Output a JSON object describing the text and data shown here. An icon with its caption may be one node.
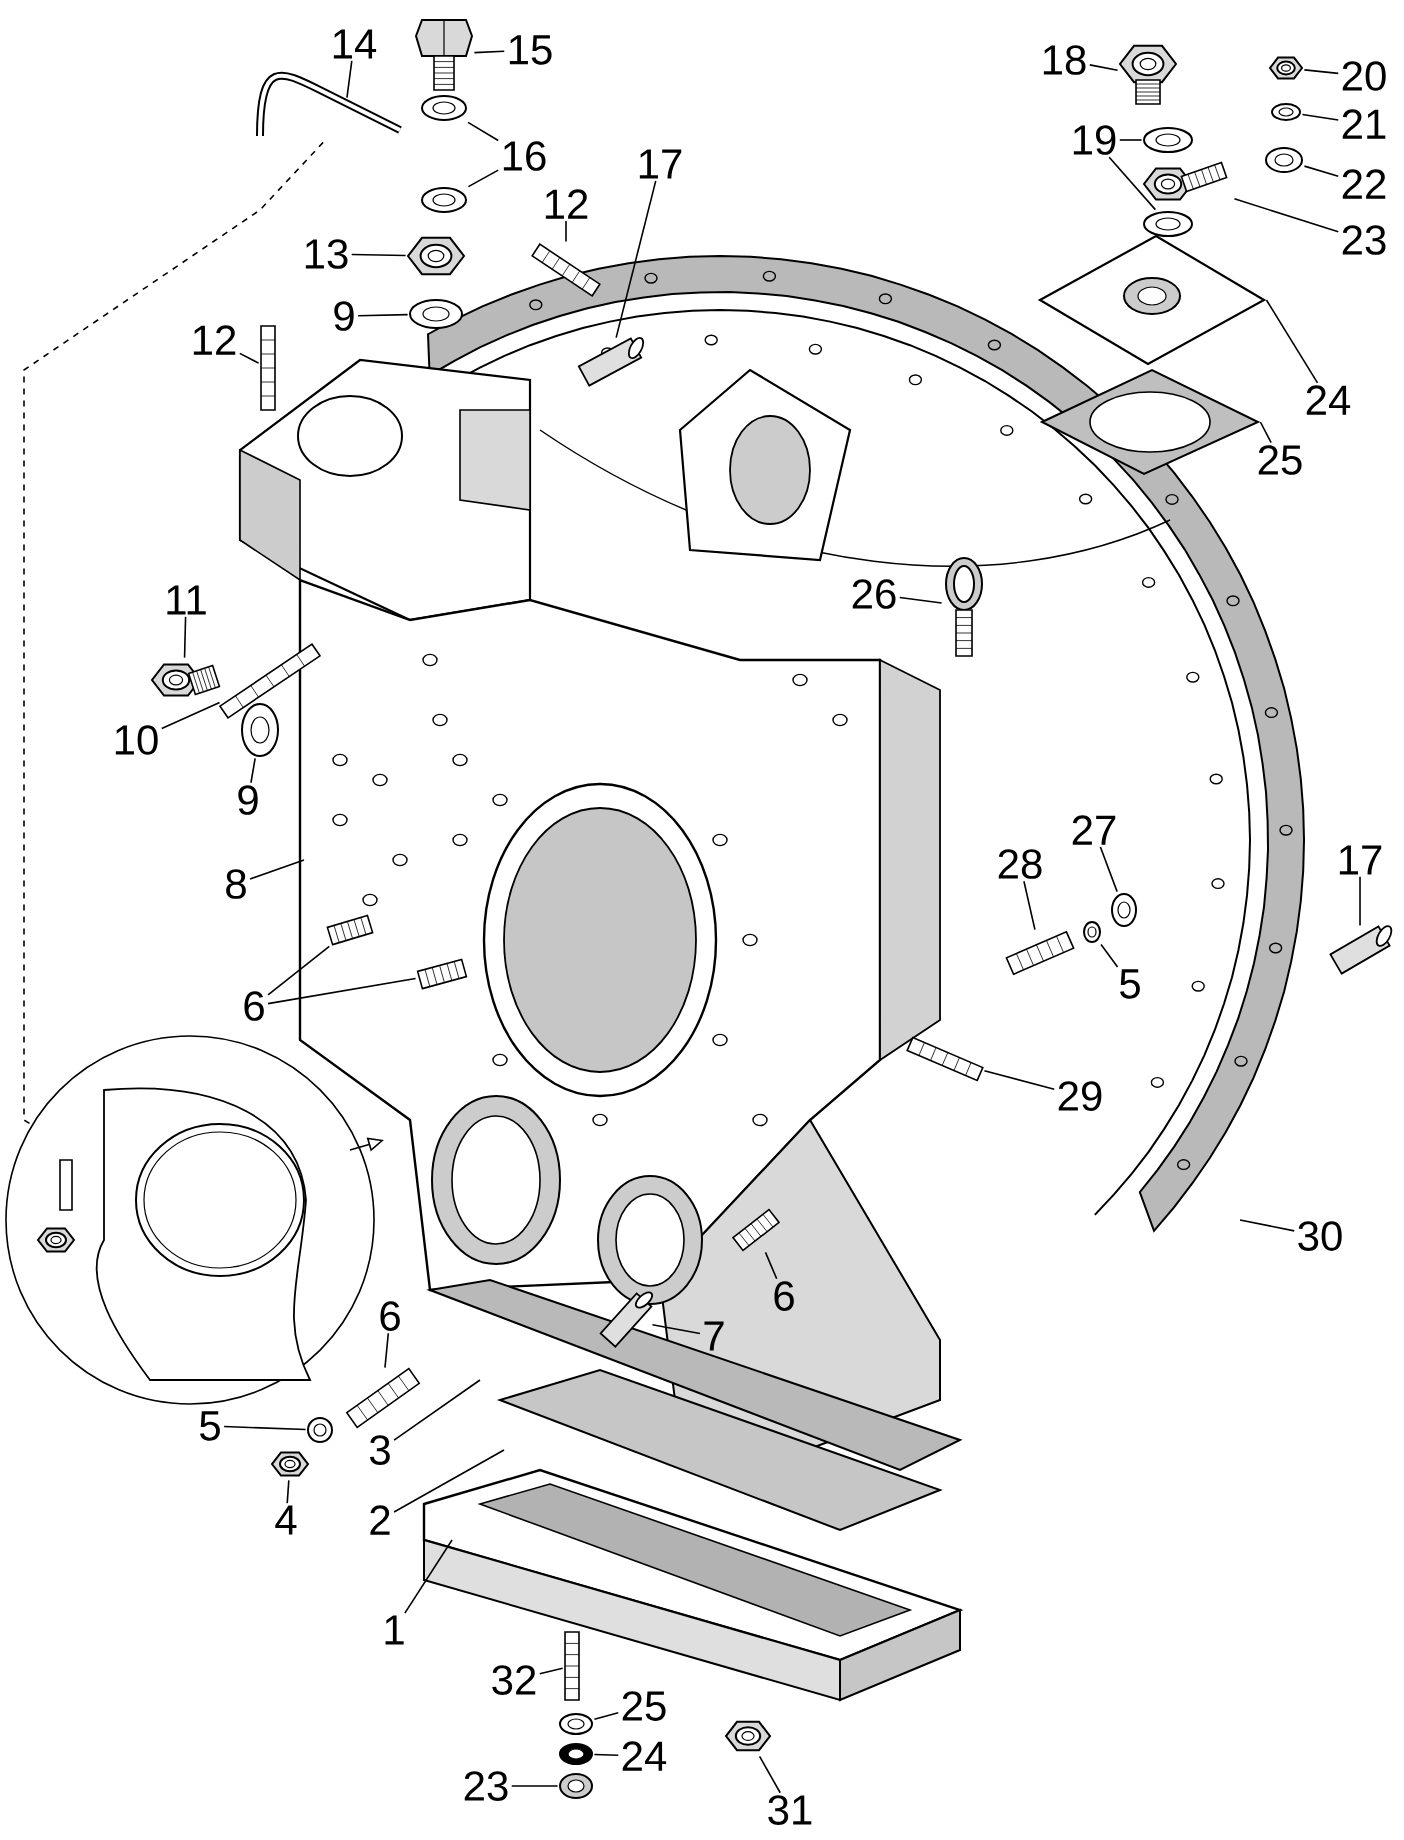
{
  "diagram": {
    "nodes": [
      {
        "text": [
          "14"
        ]
      },
      {
        "text": [
          "15"
        ]
      },
      {
        "text": [
          "18"
        ]
      },
      {
        "text": [
          "20"
        ]
      },
      {
        "text": [
          "21"
        ]
      },
      {
        "text": [
          "19"
        ]
      },
      {
        "text": [
          "16"
        ]
      },
      {
        "text": [
          "17"
        ]
      },
      {
        "text": [
          "22"
        ]
      },
      {
        "text": [
          "12"
        ]
      },
      {
        "text": [
          "23"
        ]
      },
      {
        "text": [
          "13"
        ]
      },
      {
        "text": [
          "9"
        ]
      },
      {
        "text": [
          "12"
        ]
      },
      {
        "text": [
          "24"
        ]
      },
      {
        "text": [
          "25"
        ]
      },
      {
        "text": [
          "26"
        ]
      },
      {
        "text": [
          "11"
        ]
      },
      {
        "text": [
          "10"
        ]
      },
      {
        "text": [
          "9"
        ]
      },
      {
        "text": [
          "27"
        ]
      },
      {
        "text": [
          "28"
        ]
      },
      {
        "text": [
          "17"
        ]
      },
      {
        "text": [
          "8"
        ]
      },
      {
        "text": [
          "5"
        ]
      },
      {
        "text": [
          "6"
        ]
      },
      {
        "text": [
          "29"
        ]
      },
      {
        "text": [
          "30"
        ]
      },
      {
        "text": [
          "6"
        ]
      },
      {
        "text": [
          "7"
        ]
      },
      {
        "text": [
          "6"
        ]
      },
      {
        "text": [
          "5"
        ]
      },
      {
        "text": [
          "3"
        ]
      },
      {
        "text": [
          "4"
        ]
      },
      {
        "text": [
          "2"
        ]
      },
      {
        "text": [
          "1"
        ]
      },
      {
        "text": [
          "32"
        ]
      },
      {
        "text": [
          "25"
        ]
      },
      {
        "text": [
          "24"
        ]
      },
      {
        "text": [
          "23"
        ]
      },
      {
        "text": [
          "31"
        ]
      },
      {
        "text": [],
        "shape": "picture"
      },
      {
        "text": [],
        "shape": "picture"
      },
      {
        "text": [],
        "shape": "picture"
      },
      {
        "text": [],
        "shape": "picture"
      },
      {
        "text": [],
        "shape": "picture"
      },
      {
        "text": [],
        "shape": "picture"
      },
      {
        "text": [],
        "shape": "picture"
      },
      {
        "text": [],
        "shape": "picture"
      },
      {
        "text": [],
        "shape": "picture"
      },
      {
        "text": [],
        "shape": "picture"
      },
      {
        "text": [],
        "shape": "picture"
      },
      {
        "text": [],
        "shape": "picture"
      },
      {
        "text": [],
        "shape": "picture"
      },
      {
        "text": [],
        "shape": "picture"
      },
      {
        "text": [],
        "shape": "picture"
      },
      {
        "text": [],
        "shape": "picture"
      },
      {
        "text": [],
        "shape": "picture"
      },
      {
        "text": [],
        "shape": "picture"
      },
      {
        "text": [],
        "shape": "picture"
      },
      {
        "text": [],
        "shape": "picture"
      },
      {
        "text": [],
        "shape": "picture"
      },
      {
        "text": [],
        "shape": "picture"
      },
      {
        "text": [],
        "shape": "picture"
      },
      {
        "text": [],
        "shape": "picture"
      },
      {
        "text": [],
        "shape": "picture"
      },
      {
        "text": [],
        "shape": "picture"
      },
      {
        "text": [],
        "shape": "picture"
      },
      {
        "text": [],
        "shape": "picture"
      },
      {
        "text": [],
        "shape": "picture"
      },
      {
        "text": [],
        "shape": "picture"
      },
      {
        "text": [],
        "shape": "picture"
      },
      {
        "text": [],
        "shape": "picture"
      },
      {
        "text": [],
        "shape": "picture"
      },
      {
        "text": [],
        "shape": "picture"
      },
      {
        "text": [],
        "shape": "picture"
      },
      {
        "text": [],
        "shape": "picture"
      },
      {
        "text": [],
        "shape": "picture"
      },
      {
        "text": [],
        "shape": "picture"
      },
      {
        "text": [],
        "shape": "picture"
      },
      {
        "text": [],
        "shape": "picture"
      }
    ],
    "edges": [
      {
        "from": 0,
        "to": 41,
        "arrow": "none"
      },
      {
        "from": 1,
        "to": 42,
        "arrow": "none"
      },
      {
        "from": 2,
        "to": 43,
        "arrow": "none"
      },
      {
        "from": 3,
        "to": 44,
        "arrow": "none"
      },
      {
        "from": 4,
        "to": 45,
        "arrow": "none"
      },
      {
        "from": 5,
        "to": 46,
        "arrow": "none"
      },
      {
        "from": 5,
        "to": 47,
        "arrow": "none"
      },
      {
        "from": 6,
        "to": 48,
        "arrow": "none"
      },
      {
        "from": 6,
        "to": 49,
        "arrow": "none"
      },
      {
        "from": 7,
        "to": 50,
        "arrow": "none"
      },
      {
        "from": 8,
        "to": 51,
        "arrow": "none"
      },
      {
        "from": 9,
        "to": 52,
        "arrow": "none"
      },
      {
        "from": 10,
        "to": 53,
        "arrow": "none"
      },
      {
        "from": 11,
        "to": 54,
        "arrow": "none"
      },
      {
        "from": 12,
        "to": 55,
        "arrow": "none"
      },
      {
        "from": 13,
        "to": 56,
        "arrow": "none"
      },
      {
        "from": 14,
        "to": 57,
        "arrow": "none"
      },
      {
        "from": 15,
        "to": 58,
        "arrow": "none"
      },
      {
        "from": 16,
        "to": 59,
        "arrow": "none"
      },
      {
        "from": 17,
        "to": 60,
        "arrow": "none"
      },
      {
        "from": 18,
        "to": 61,
        "arrow": "none"
      },
      {
        "from": 19,
        "to": 62,
        "arrow": "none"
      },
      {
        "from": 20,
        "to": 63,
        "arrow": "none"
      },
      {
        "from": 21,
        "to": 64,
        "arrow": "none"
      },
      {
        "from": 22,
        "to": 65,
        "arrow": "none"
      },
      {
        "from": 23,
        "to": null,
        "arrow": "none"
      },
      {
        "from": 24,
        "to": 66,
        "arrow": "none"
      },
      {
        "from": 25,
        "to": 67,
        "arrow": "none"
      },
      {
        "from": 25,
        "to": 68,
        "arrow": "none"
      },
      {
        "from": 26,
        "to": 69,
        "arrow": "none"
      },
      {
        "from": 27,
        "to": null,
        "arrow": "none"
      },
      {
        "from": 28,
        "to": 70,
        "arrow": "none"
      },
      {
        "from": 29,
        "to": 71,
        "arrow": "none"
      },
      {
        "from": 30,
        "to": 72,
        "arrow": "none"
      },
      {
        "from": 31,
        "to": 73,
        "arrow": "none"
      },
      {
        "from": 32,
        "to": null,
        "arrow": "none"
      },
      {
        "from": 33,
        "to": 74,
        "arrow": "none"
      },
      {
        "from": 34,
        "to": null,
        "arrow": "none"
      },
      {
        "from": 35,
        "to": null,
        "arrow": "none"
      },
      {
        "from": 36,
        "to": 75,
        "arrow": "none"
      },
      {
        "from": 37,
        "to": 76,
        "arrow": "none"
      },
      {
        "from": 38,
        "to": 77,
        "arrow": "none"
      },
      {
        "from": 39,
        "to": 78,
        "arrow": "none"
      },
      {
        "from": 40,
        "to": 79,
        "arrow": "none"
      },
      {
        "from": 41,
        "to": 80,
        "arrow": "none",
        "style": "dashed"
      }
    ]
  }
}
